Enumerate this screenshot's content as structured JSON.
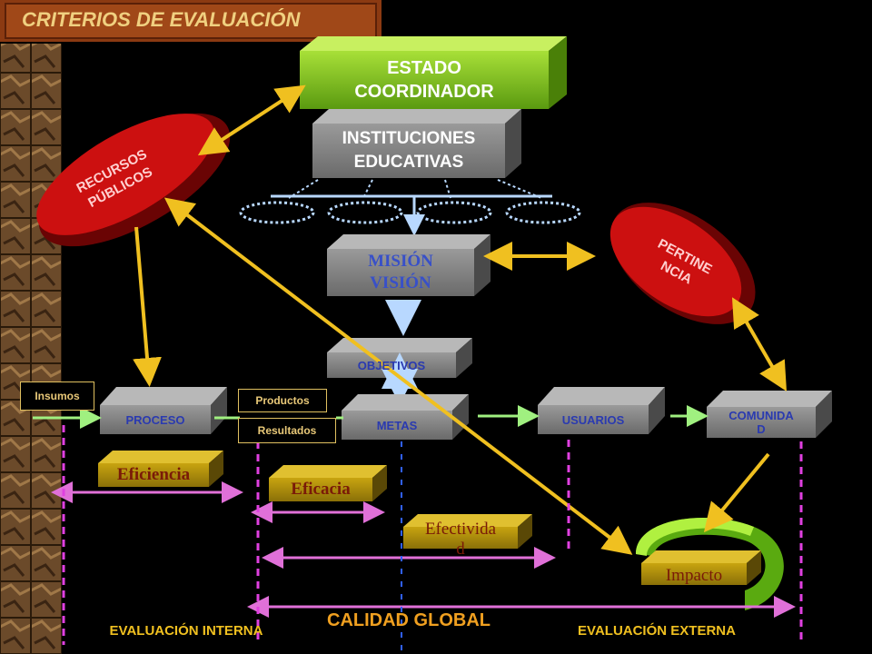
{
  "title": "CRITERIOS DE EVALUACIÓN",
  "nodes": {
    "estado": [
      "ESTADO",
      "COORDINADOR"
    ],
    "instituciones": [
      "INSTITUCIONES",
      "EDUCATIVAS"
    ],
    "recursos": [
      "RECURSOS",
      "PÚBLICOS"
    ],
    "pertinencia": [
      "PERTINE",
      "NCIA"
    ],
    "mision": [
      "MISIÓN",
      "VISIÓN"
    ],
    "objetivos": "OBJETIVOS",
    "proceso": "PROCESO",
    "metas": "METAS",
    "usuarios": "USUARIOS",
    "comunidad": [
      "COMUNIDA",
      "D"
    ],
    "insumos": "Insumos",
    "productos": "Productos",
    "resultados": "Resultados"
  },
  "criteria": {
    "eficiencia": "Eficiencia",
    "eficacia": "Eficacia",
    "efectividad": [
      "Efectivida",
      "d"
    ],
    "impacto": "Impacto"
  },
  "footer": {
    "calidad_global": "CALIDAD GLOBAL",
    "evaluacion_interna": "EVALUACIÓN INTERNA",
    "evaluacion_externa": "EVALUACIÓN EXTERNA"
  },
  "colors": {
    "title_bg": "#8b3a12",
    "title_text": "#f0d080",
    "estado_green": "#8fcc22",
    "gray_box": "#8a8a8a",
    "red_disc": "#cc1010",
    "gold_box": "#b8960a",
    "arrow_yellow": "#f0c020",
    "arrow_pink": "#e070d8",
    "arrow_green": "#a0f080",
    "dashed_pink": "#e040e0",
    "dashed_blue": "#3060ff"
  }
}
